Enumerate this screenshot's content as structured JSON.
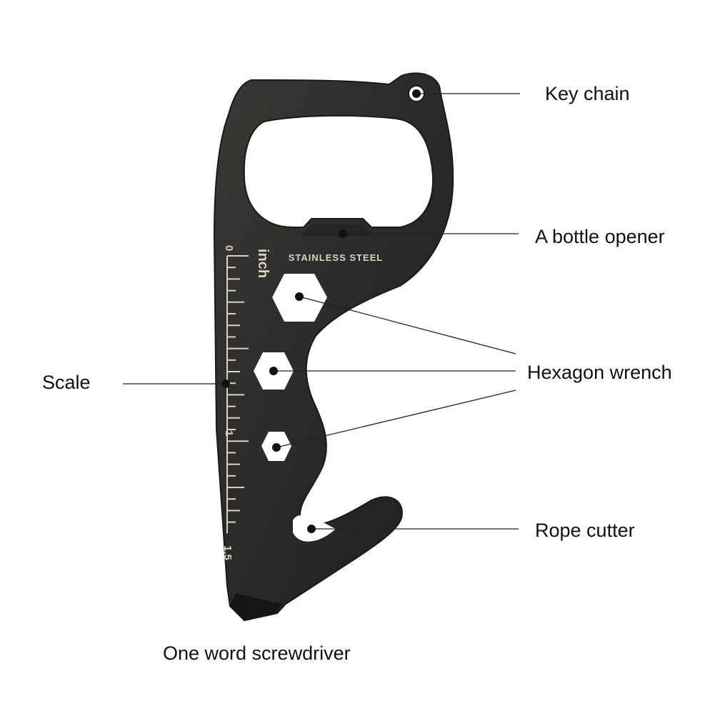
{
  "labels": {
    "key_chain": "Key chain",
    "bottle_opener": "A bottle opener",
    "hexagon_wrench": "Hexagon wrench",
    "scale": "Scale",
    "rope_cutter": "Rope cutter",
    "screwdriver": "One word screwdriver"
  },
  "tool": {
    "engraving": "STAINLESS STEEL",
    "unit": "inch",
    "ruler_marks": [
      "0",
      "1",
      "1.5"
    ]
  },
  "colors": {
    "tool_body": "#2b2a28",
    "tool_edge": "#1a1918",
    "engraving": "#d8d2c4",
    "leader_line": "#222222",
    "label_text": "#111111"
  }
}
